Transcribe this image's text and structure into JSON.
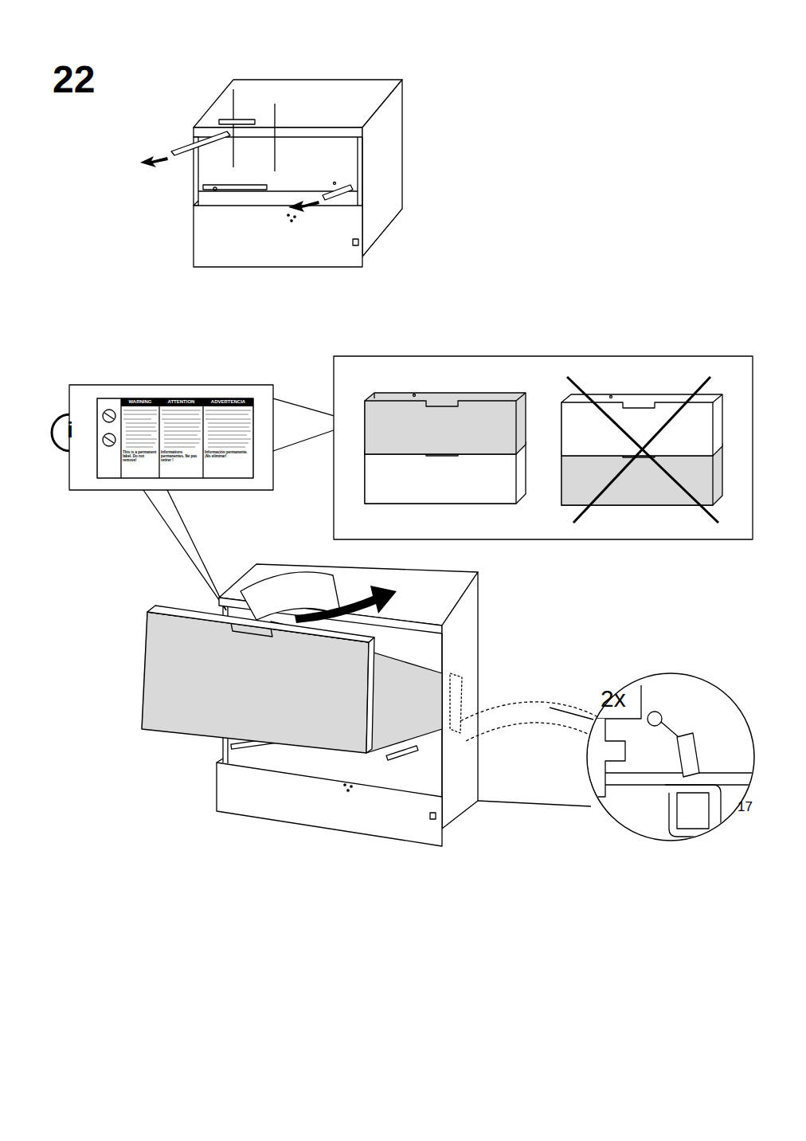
{
  "diagram": {
    "labels": [
      "22",
      "i",
      "WARNING",
      "ATTENTION",
      "ADVERTENCIA",
      "This is a permanent label. Do not remove!",
      "Informations permanentes. Ne pas retirer !",
      "Información permanente. ¡No eliminar!",
      "2x",
      "17"
    ]
  }
}
